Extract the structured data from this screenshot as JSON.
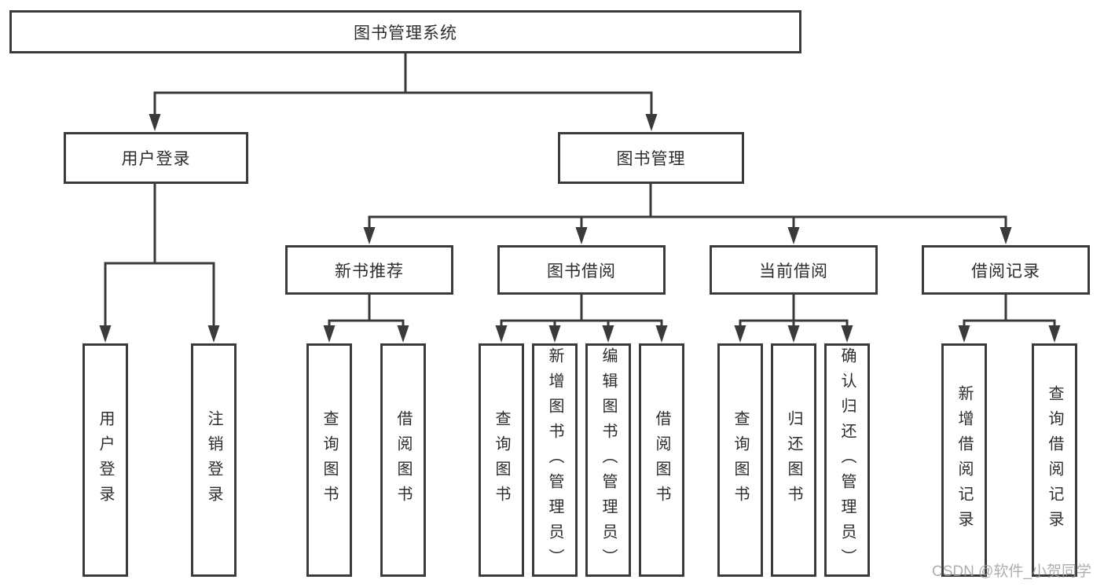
{
  "diagram": {
    "type": "tree",
    "tree": {
      "root": {
        "label": "图书管理系统"
      },
      "level2": [
        {
          "label": "用户登录"
        },
        {
          "label": "图书管理"
        }
      ],
      "level3": [
        {
          "label": "新书推荐",
          "parent": "图书管理"
        },
        {
          "label": "图书借阅",
          "parent": "图书管理"
        },
        {
          "label": "当前借阅",
          "parent": "图书管理"
        },
        {
          "label": "借阅记录",
          "parent": "图书管理"
        }
      ],
      "leaves": {
        "user_login": [
          {
            "label": "用户登录"
          },
          {
            "label": "注销登录"
          }
        ],
        "new_book_recommend": [
          {
            "label": "查询图书"
          },
          {
            "label": "借阅图书"
          }
        ],
        "book_borrow": [
          {
            "label": "查询图书"
          },
          {
            "label": "新增图书（管理员）"
          },
          {
            "label": "编辑图书（管理员）"
          },
          {
            "label": "借阅图书"
          }
        ],
        "current_borrow": [
          {
            "label": "查询图书"
          },
          {
            "label": "归还图书"
          },
          {
            "label": "确认归还（管理员）"
          }
        ],
        "borrow_records": [
          {
            "label": "新增借阅记录"
          },
          {
            "label": "查询借阅记录"
          }
        ]
      }
    },
    "colors": {
      "line": "#3a3a3a",
      "box_border": "#3b3b3b",
      "box_fill": "#ffffff",
      "text": "#2d2d2d",
      "watermark": "#a0a0a0",
      "background": "#ffffff"
    }
  },
  "watermark": {
    "text": "CSDN @软件_小贺同学"
  }
}
